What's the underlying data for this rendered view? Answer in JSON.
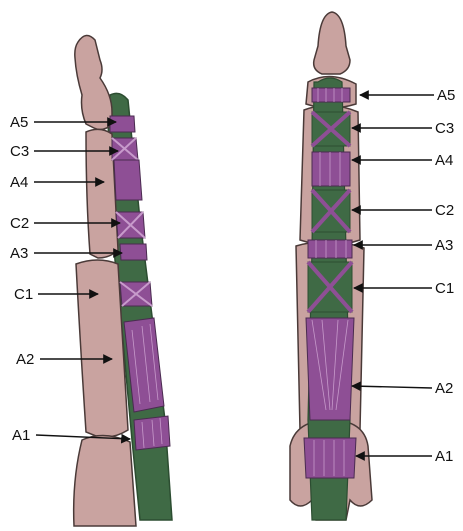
{
  "colors": {
    "bone": "#c9a3a0",
    "bone_edge": "#4a3a38",
    "tendon": "#3f6a45",
    "tendon_dark": "#2c4d31",
    "pulley": "#8e4f95",
    "pulley_line": "#c79acb",
    "arrow": "#111111"
  },
  "left_view": {
    "labels": [
      "A5",
      "C3",
      "A4",
      "C2",
      "A3",
      "C1",
      "A2",
      "A1"
    ]
  },
  "right_view": {
    "labels": [
      "A5",
      "C3",
      "A4",
      "C2",
      "A3",
      "C1",
      "A2",
      "A1"
    ]
  }
}
